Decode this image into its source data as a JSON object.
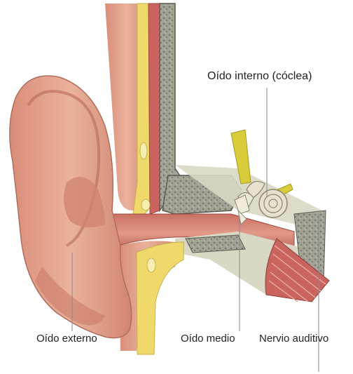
{
  "diagram": {
    "labels": {
      "inner_ear": "Oído interno (cóclea)",
      "outer_ear": "Oído externo",
      "middle_ear": "Oído medio",
      "auditory_nerve": "Nervio auditivo"
    },
    "colors": {
      "skin": "#e8a890",
      "skin_shadow": "#c27a66",
      "fat": "#f2e07a",
      "bone": "#9a9a8c",
      "muscle": "#c9645e",
      "nerve_yellow": "#d8cc3a",
      "cochlea": "#e6e2cf",
      "leader_line": "#8a8a8a"
    }
  }
}
